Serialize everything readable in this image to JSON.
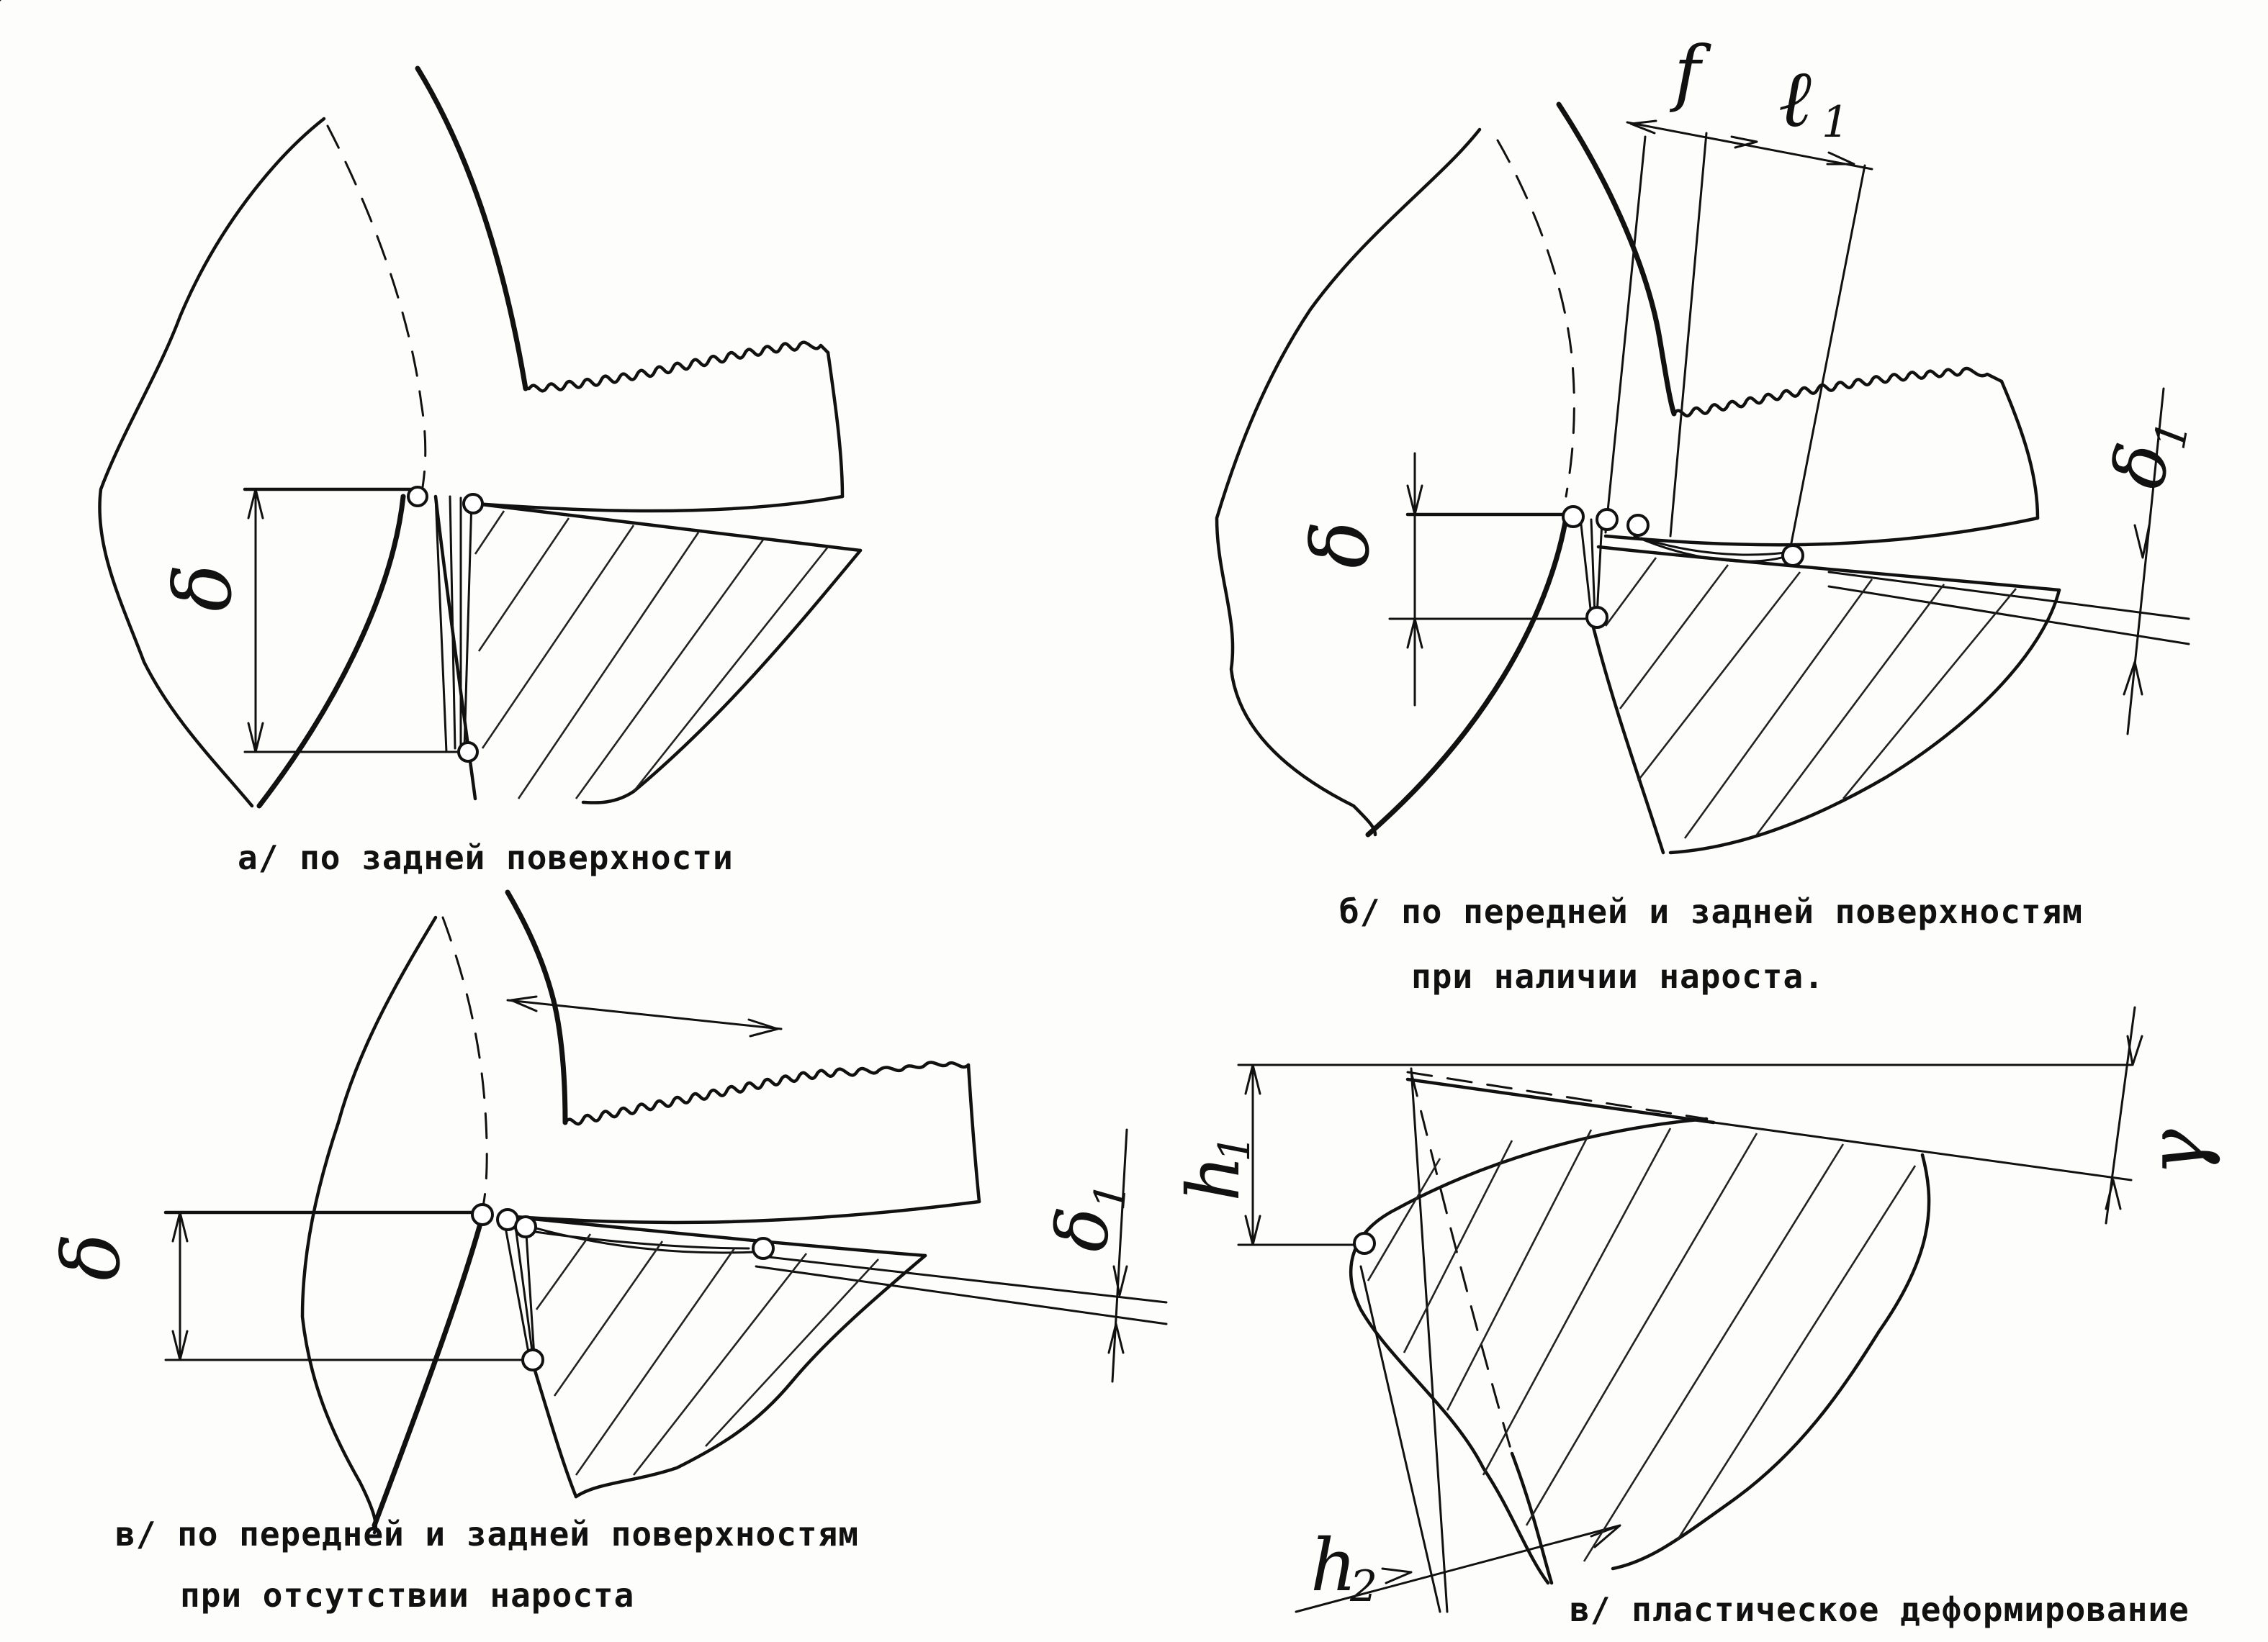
{
  "captions": {
    "a": "а/ по задней поверхности",
    "b_line1": "б/ по передней и задней поверхностям",
    "b_line2": "при наличии нароста.",
    "v_line1": "в/ по передней и задней поверхностям",
    "v_line2": "при отсутствии нароста",
    "g": "в/ пластическое деформирование"
  },
  "symbols": {
    "delta": "δ",
    "delta1": "δ",
    "delta1_sub": "1",
    "f": "f",
    "l1": "ℓ",
    "l1_sub": "1",
    "h1": "h",
    "h1_sub": "1",
    "h2": "h",
    "h2_sub": "2",
    "gamma": "γ"
  }
}
